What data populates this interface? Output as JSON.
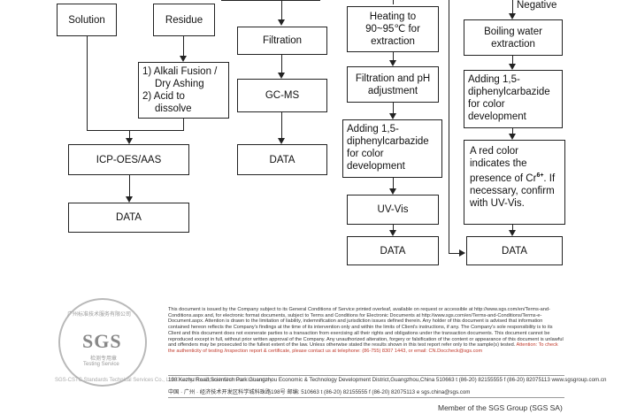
{
  "flow": {
    "solution": "Solution",
    "residue": "Residue",
    "fusion_1": "1) Alkali Fusion /",
    "fusion_1b": "Dry Ashing",
    "fusion_2": "2) Acid to",
    "fusion_2b": "dissolve",
    "icp": "ICP-OES/AAS",
    "data_left": "DATA",
    "filtration": "Filtration",
    "gcms": "GC-MS",
    "data_gc": "DATA",
    "heating": "Heating to 90~95℃ for extraction",
    "filtration_ph": "Filtration and pH adjustment",
    "adding_mid": "Adding 1,5-diphenylcarbazide for color development",
    "uvvis": "UV-Vis",
    "data_uv": "DATA",
    "negative": "Negative",
    "boiling": "Boiling water extraction",
    "adding_right": "Adding 1,5-diphenylcarbazide for color development",
    "red_1": "A red color indicates the presence of Cr",
    "red_sup": "6+",
    "red_2": ". If necessary, confirm with UV-Vis.",
    "data_right": "DATA"
  },
  "footer": {
    "disclaimer": "This document is issued by the Company subject to its General Conditions of Service printed overleaf, available on request or accessible at http://www.sgs.com/en/Terms-and-Conditions.aspx and, for electronic format documents, subject to Terms and Conditions for Electronic Documents at http://www.sgs.com/en/Terms-and-Conditions/Terms-e-Document.aspx. Attention is drawn to the limitation of liability, indemnification and jurisdiction issues defined therein. Any holder of this document is advised that information contained hereon reflects the Company's findings at the time of its intervention only and within the limits of Client's instructions, if any. The Company's sole responsibility is to its Client and this document does not exonerate parties to a transaction from exercising all their rights and obligations under the transaction documents. This document cannot be reproduced except in full, without prior written approval of the Company. Any unauthorized alteration, forgery or falsification of the content or appearance of this document is unlawful and offenders may be prosecuted to the fullest extent of the law. Unless otherwise stated the results shown in this test report refer only to the sample(s) tested.",
    "attention": "Attention: To check the authenticity of testing /inspection report & certificate, please contact us at telephone: (86-755) 8307 1443, or email: CN.Doccheck@sgs.com",
    "address_en": "198 Kezhu Road,Scientech Park Guangzhou Economic & Technology Development District,Guangzhou,China   510663   t (86-20) 82155555   f (86-20) 82075113   www.sgsgroup.com.cn",
    "address_cn": "中国 · 广州 · 经济技术开发区科学城科珠路198号        邮编: 510663   t (86-20) 82155555   f (86-20) 82075113   e sgs.china@sgs.com",
    "member": "Member of the SGS Group (SGS SA)",
    "seal_logo": "SGS",
    "seal_top": "广州标准技术服务有限公司",
    "seal_mid_cn": "检测专用章",
    "seal_mid_en": "Testing Service",
    "seal_bottom": "SGS-CSTC Standards Technical Services Co., Ltd. Guangzhou Branch Chemical Laboratory"
  }
}
